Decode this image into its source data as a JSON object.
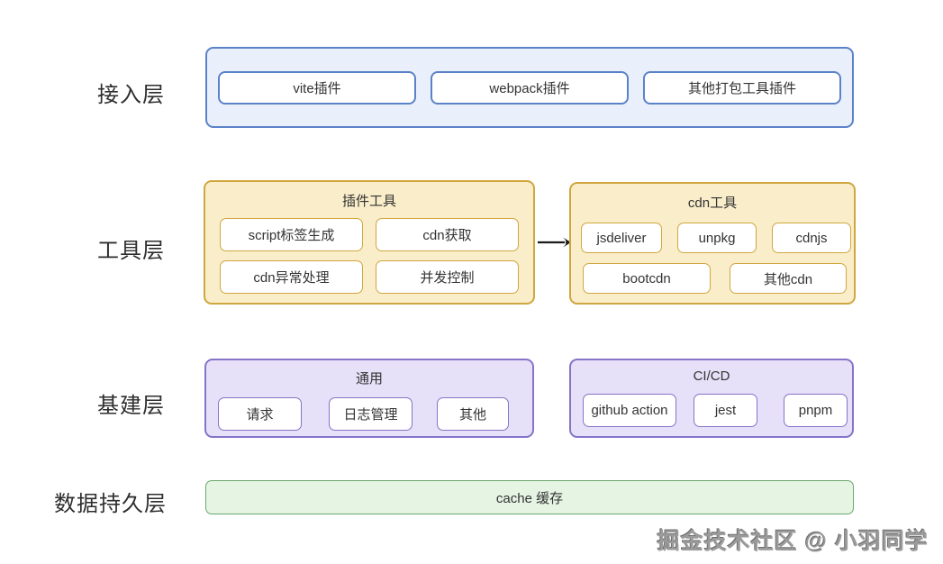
{
  "colors": {
    "blue_border": "#5b82c8",
    "blue_fill": "#eaf0fb",
    "yellow_border": "#d0a63f",
    "yellow_fill": "#faeeca",
    "purple_border": "#8574c7",
    "purple_fill": "#e7e0f9",
    "green_border": "#68a86c",
    "green_fill": "#e6f4e4",
    "node_fill": "#ffffff",
    "text": "#333333",
    "arrow": "#1a1a1a"
  },
  "layers": {
    "access": {
      "label": "接入层",
      "items": [
        "vite插件",
        "webpack插件",
        "其他打包工具插件"
      ]
    },
    "tools": {
      "label": "工具层",
      "plugin_tools": {
        "title": "插件工具",
        "items": [
          "script标签生成",
          "cdn获取",
          "cdn异常处理",
          "并发控制"
        ]
      },
      "cdn_tools": {
        "title": "cdn工具",
        "row1": [
          "jsdeliver",
          "unpkg",
          "cdnjs"
        ],
        "row2": [
          "bootcdn",
          "其他cdn"
        ]
      }
    },
    "infra": {
      "label": "基建层",
      "common": {
        "title": "通用",
        "items": [
          "请求",
          "日志管理",
          "其他"
        ]
      },
      "cicd": {
        "title": "CI/CD",
        "items": [
          "github action",
          "jest",
          "pnpm"
        ]
      }
    },
    "persistence": {
      "label": "数据持久层",
      "cache": "cache 缓存"
    }
  },
  "watermark": "掘金技术社区 @ 小羽同学"
}
